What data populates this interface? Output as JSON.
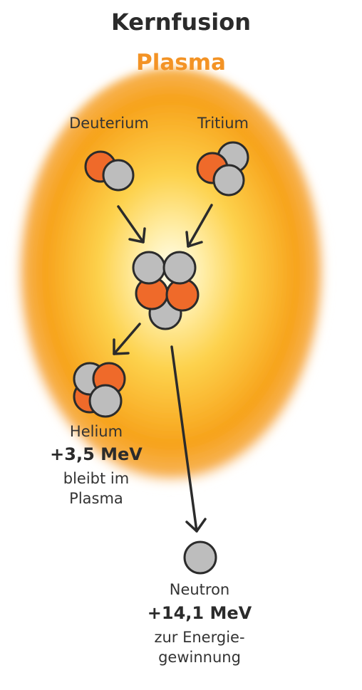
{
  "title": "Kernfusion",
  "subtitle": "Plasma",
  "colors": {
    "subtitle": "#f39325",
    "proton": "#ef6a2a",
    "neutron": "#bdbdbd",
    "plasma_core": "#fffdf0",
    "plasma_mid": "#fdd24c",
    "plasma_outer": "#f7a21b",
    "outline": "#2b2b2b"
  },
  "reactants": {
    "deuterium": {
      "label": "Deuterium"
    },
    "tritium": {
      "label": "Tritium"
    }
  },
  "products": {
    "helium": {
      "label": "Helium",
      "energy": "+3,5 MeV",
      "note_line1": "bleibt im",
      "note_line2": "Plasma"
    },
    "neutron": {
      "label": "Neutron",
      "energy": "+14,1 MeV",
      "note_line1": "zur Energie-",
      "note_line2": "gewinnung"
    }
  }
}
